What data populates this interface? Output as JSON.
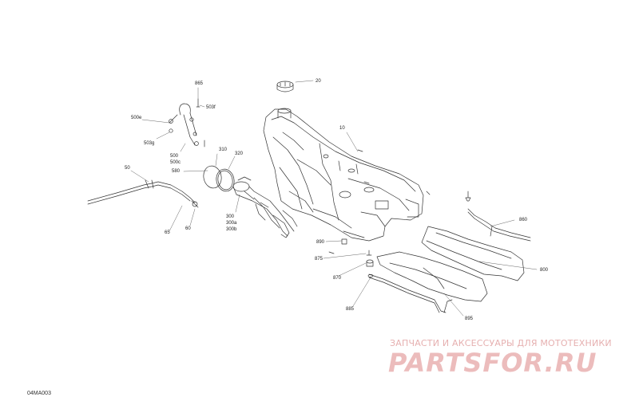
{
  "callouts": [
    {
      "id": "c-865",
      "text": "865"
    },
    {
      "id": "c-20",
      "text": "20"
    },
    {
      "id": "c-503f",
      "text": "503f"
    },
    {
      "id": "c-500e",
      "text": "500e"
    },
    {
      "id": "c-10",
      "text": "10"
    },
    {
      "id": "c-503g",
      "text": "503g"
    },
    {
      "id": "c-500",
      "text": "500"
    },
    {
      "id": "c-500c",
      "text": "500c"
    },
    {
      "id": "c-310",
      "text": "310"
    },
    {
      "id": "c-320",
      "text": "320"
    },
    {
      "id": "c-50",
      "text": "50"
    },
    {
      "id": "c-580",
      "text": "580"
    },
    {
      "id": "c-300",
      "text": "300"
    },
    {
      "id": "c-300a",
      "text": "300a"
    },
    {
      "id": "c-300b",
      "text": "300b"
    },
    {
      "id": "c-65",
      "text": "65"
    },
    {
      "id": "c-60",
      "text": "60"
    },
    {
      "id": "c-860",
      "text": "860"
    },
    {
      "id": "c-890",
      "text": "890"
    },
    {
      "id": "c-875",
      "text": "875"
    },
    {
      "id": "c-800",
      "text": "800"
    },
    {
      "id": "c-870",
      "text": "870"
    },
    {
      "id": "c-885",
      "text": "885"
    },
    {
      "id": "c-895",
      "text": "895"
    }
  ],
  "watermark": {
    "tagline": "ЗАПЧАСТИ И АКСЕССУАРЫ ДЛЯ МОТОТЕХНИКИ",
    "logo": "PARTSFOR.RU"
  },
  "drawing_code": "04MA003"
}
